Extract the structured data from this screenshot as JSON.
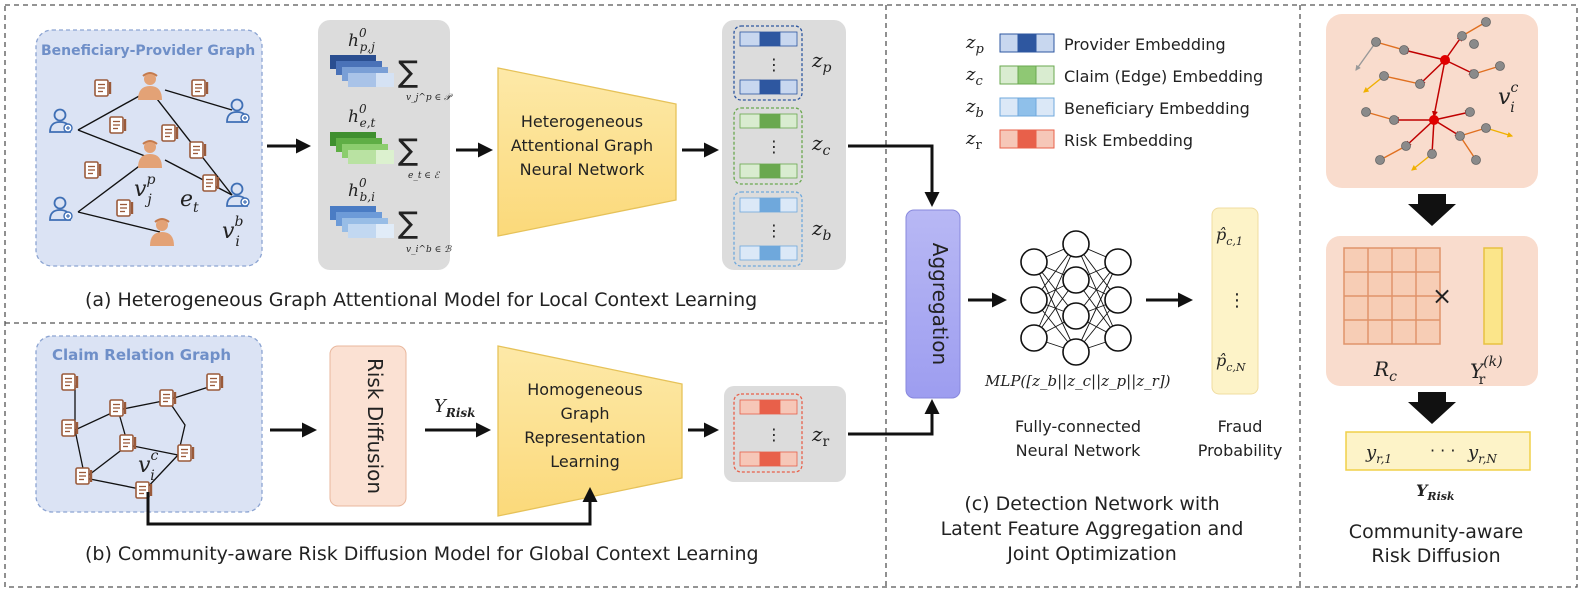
{
  "panel_a": {
    "graph_title": "Beneficiary-Provider Graph",
    "provider_node": "v_j^p",
    "edge_label": "e_t",
    "beneficiary_node": "v_i^b",
    "features": [
      {
        "symbol": "h_{p,j}^0",
        "sum_sub": "v_j^p ∈ 𝒫"
      },
      {
        "symbol": "h_{e,t}^0",
        "sum_sub": "e_t ∈ ℰ"
      },
      {
        "symbol": "h_{b,i}^0",
        "sum_sub": "v_i^b ∈ ℬ"
      }
    ],
    "model": [
      "Heterogeneous",
      "Attentional Graph",
      "Neural Network"
    ],
    "outputs": [
      "z_p",
      "z_c",
      "z_b"
    ],
    "caption": "(a) Heterogeneous Graph Attentional Model for Local Context Learning"
  },
  "panel_b": {
    "graph_title": "Claim Relation Graph",
    "claim_node": "v_i^c",
    "diffusion": "Risk Diffusion",
    "y_risk": "Y_Risk",
    "model": [
      "Homogeneous",
      "Graph",
      "Representation",
      "Learning"
    ],
    "output": "z_r",
    "caption": "(b) Community-aware Risk Diffusion Model for Global Context Learning"
  },
  "panel_c": {
    "legend": [
      {
        "symbol": "z_p",
        "label": "Provider Embedding",
        "color": "#2e57a0"
      },
      {
        "symbol": "z_c",
        "label": "Claim (Edge) Embedding",
        "color": "#6aa84f"
      },
      {
        "symbol": "z_b",
        "label": "Beneficiary Embedding",
        "color": "#6fa8dc"
      },
      {
        "symbol": "z_r",
        "label": "Risk  Embedding",
        "color": "#e8604a"
      }
    ],
    "aggregation": "Aggregation",
    "mlp": "MLP([z_b||z_c||z_p||z_r])",
    "network": [
      "Fully-connected",
      "Neural Network"
    ],
    "prob_top": "p̂_c,1",
    "prob_bottom": "p̂_c,N",
    "prob_label": [
      "Fraud",
      "Probability"
    ],
    "caption": [
      "(c) Detection Network with",
      "Latent Feature Aggregation and",
      "Joint Optimization"
    ]
  },
  "panel_d": {
    "node": "v_i^c",
    "matrix": "R_c",
    "times": "×",
    "vector": "Y_r^(k)",
    "result_first": "y_r,1",
    "result_dots": "· · ·",
    "result_last": "y_r,N",
    "result_label": "Y_Risk",
    "caption": [
      "Community-aware",
      "Risk Diffusion"
    ]
  }
}
